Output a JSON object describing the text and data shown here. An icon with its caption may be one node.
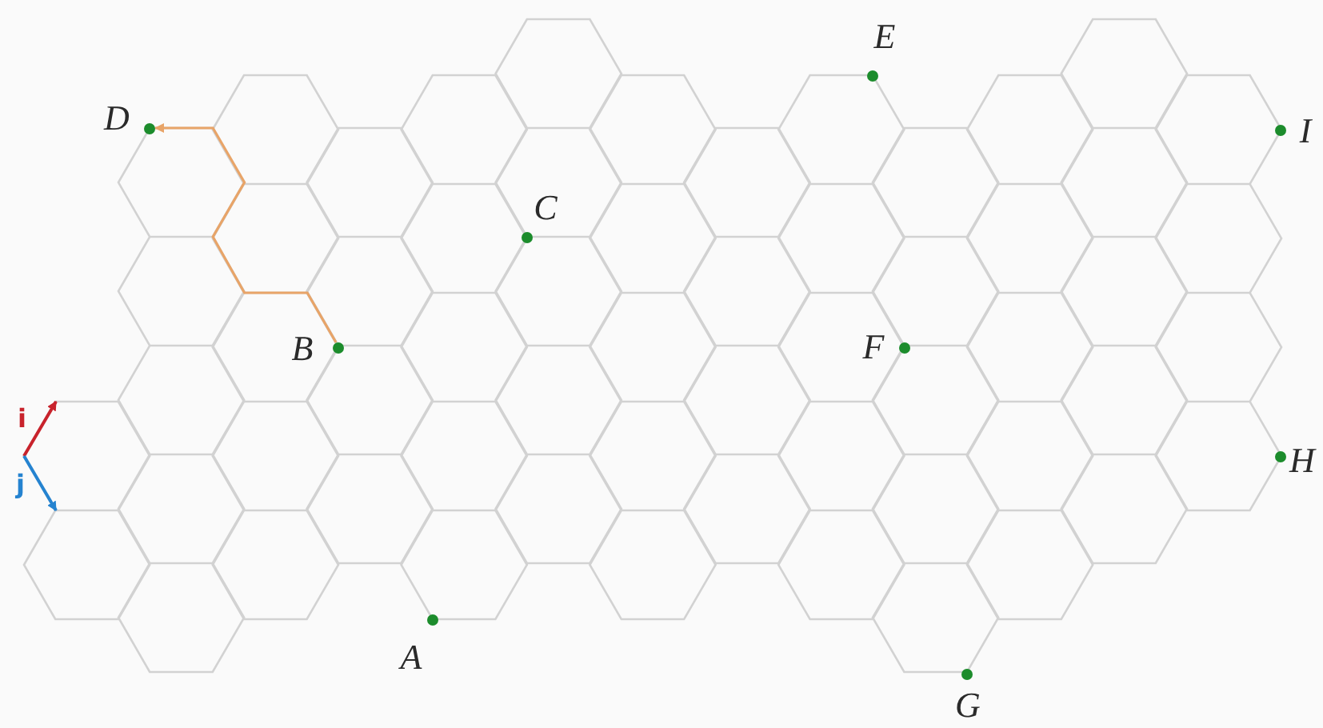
{
  "diagram": {
    "nodes": [
      {
        "text": [],
        "shape": "circle",
        "beside": [
          "A"
        ]
      },
      {
        "text": [],
        "shape": "circle",
        "beside": [
          "B"
        ]
      },
      {
        "text": [],
        "shape": "circle",
        "beside": [
          "C"
        ]
      },
      {
        "text": [],
        "shape": "circle",
        "beside": [
          "D"
        ]
      },
      {
        "text": [],
        "shape": "circle",
        "beside": [
          "E"
        ]
      },
      {
        "text": [],
        "shape": "circle",
        "beside": [
          "F"
        ]
      },
      {
        "text": [],
        "shape": "circle",
        "beside": [
          "G"
        ]
      },
      {
        "text": [],
        "shape": "circle",
        "beside": [
          "H"
        ]
      },
      {
        "text": [],
        "shape": "circle",
        "beside": [
          "I"
        ]
      }
    ],
    "edges": [
      {
        "from": 1,
        "to": 3,
        "arrow": "to"
      }
    ],
    "labels": [
      "i",
      "j"
    ]
  }
}
